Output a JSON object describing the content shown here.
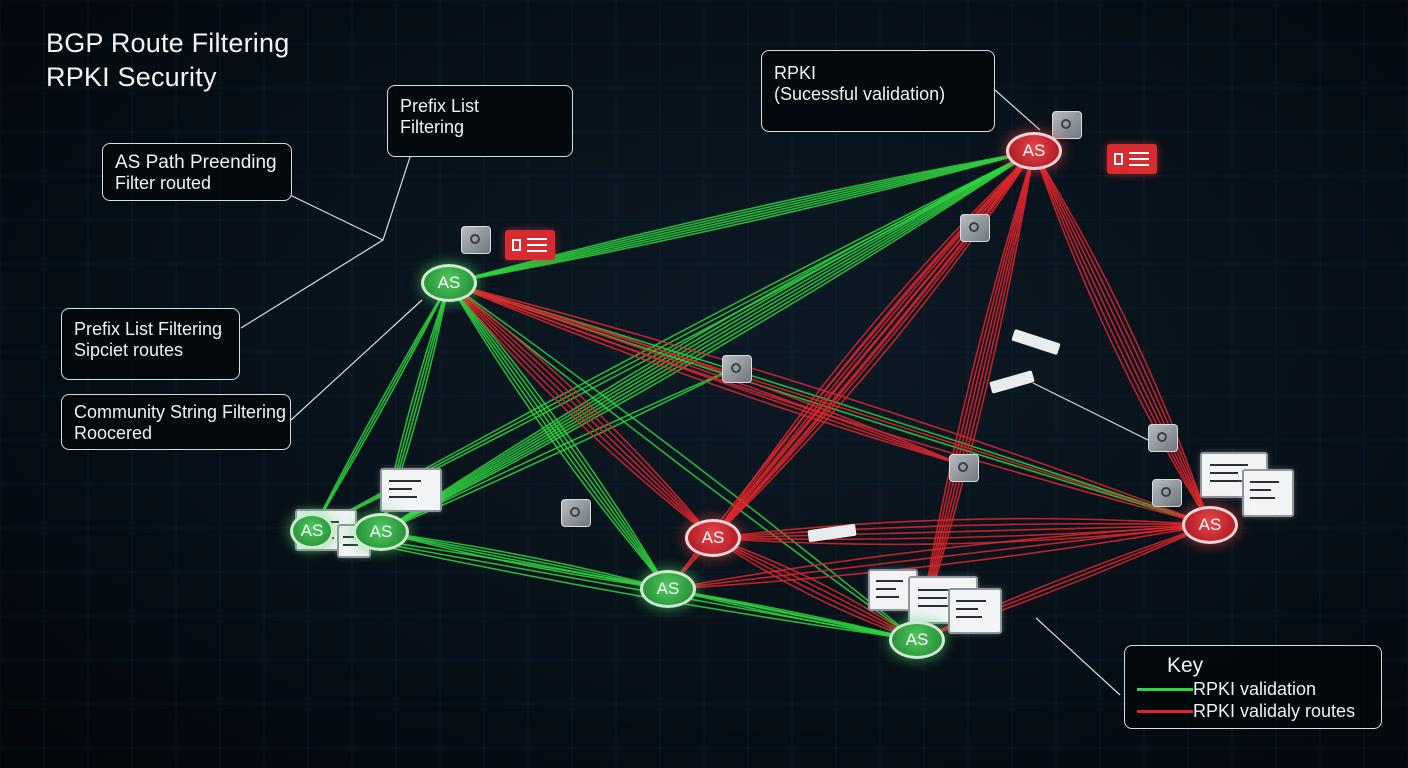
{
  "title": {
    "line1": "BGP Route Filtering",
    "line2": "RPKI Security"
  },
  "callouts": {
    "prefix_top": {
      "line1": "Prefix List",
      "line2": "Filtering"
    },
    "as_path": {
      "line1": "AS Path Preending",
      "line2": "Filter routed"
    },
    "prefix_left": {
      "line1": "Prefix List Filtering",
      "line2": "Sipciet routes"
    },
    "community": {
      "line1": "Community String Filtering",
      "line2": "Roocered"
    },
    "rpki": {
      "line1": "RPKI",
      "line2": "(Sucessful validation)"
    }
  },
  "nodes": [
    {
      "id": "as-left-upper",
      "label": "AS",
      "status": "valid"
    },
    {
      "id": "as-top-right",
      "label": "AS",
      "status": "invalid"
    },
    {
      "id": "as-left",
      "label": "AS",
      "status": "valid"
    },
    {
      "id": "as-center",
      "label": "AS",
      "status": "valid"
    },
    {
      "id": "as-center-red",
      "label": "AS",
      "status": "invalid"
    },
    {
      "id": "as-bottom",
      "label": "AS",
      "status": "valid"
    },
    {
      "id": "as-right",
      "label": "AS",
      "status": "invalid"
    }
  ],
  "tags": [
    "tag-1",
    "tag-2",
    "tag-3"
  ],
  "key": {
    "title": "Key",
    "items": [
      {
        "label": "RPKI validation",
        "color": "#2fd43f"
      },
      {
        "label": "RPKI validaly routes",
        "color": "#e0262c"
      }
    ]
  },
  "colors": {
    "valid": "#2fd43f",
    "invalid": "#e0262c",
    "background": "#071018"
  }
}
